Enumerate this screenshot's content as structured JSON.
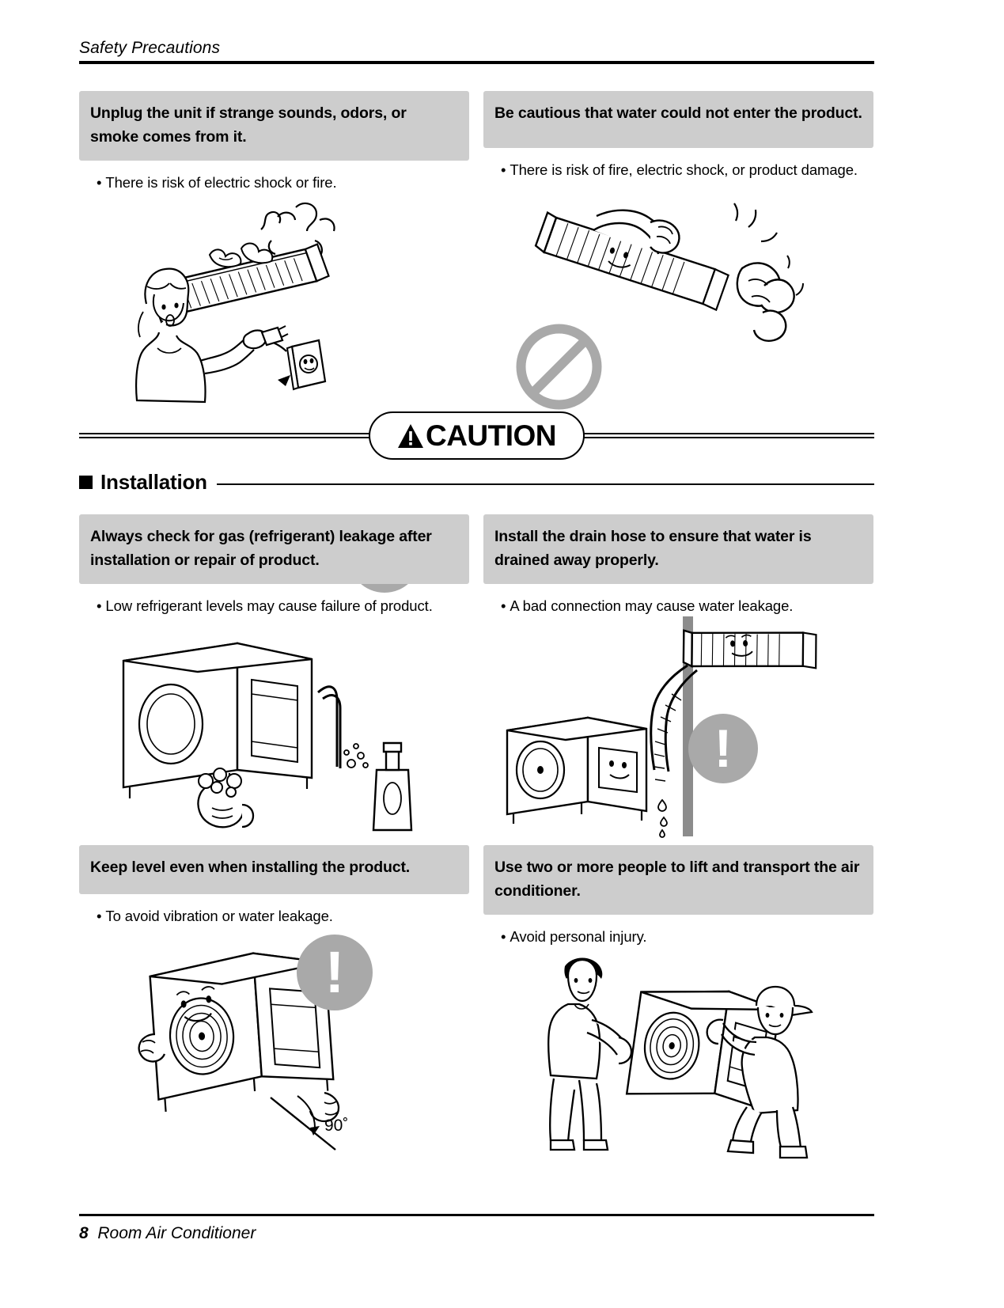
{
  "running_head": {
    "title": "Safety Precautions"
  },
  "warning_section": {
    "items": [
      {
        "heading": "Unplug the unit if strange sounds, odors, or smoke comes from it.",
        "bullets": [
          "There is risk of electric shock or fire."
        ],
        "illustration": "woman-unplugging-smoking-indoor-unit",
        "badge": "exclamation-badge"
      },
      {
        "heading": "Be cautious that water could not enter the product.",
        "bullets": [
          "There is risk of fire, electric shock, or product damage."
        ],
        "illustration": "hand-splashing-water-on-indoor-unit",
        "badge": "prohibition-badge"
      }
    ]
  },
  "caution_banner": {
    "label": "CAUTION",
    "icon": "warning-triangle-icon"
  },
  "installation_section": {
    "title": "Installation",
    "marker": "filled-square-bullet",
    "items": [
      {
        "heading": "Always check for gas (refrigerant) leakage after installation or repair of product.",
        "bullets": [
          "Low refrigerant levels may cause failure of product."
        ],
        "illustration": "hand-checking-outdoor-unit-for-gas-leak-with-soap-bottle",
        "badge": null
      },
      {
        "heading": "Install the drain hose to ensure that water is drained away properly.",
        "bullets": [
          "A bad connection may cause water leakage."
        ],
        "illustration": "indoor-and-outdoor-unit-with-drain-hose",
        "badge": "exclamation-badge"
      },
      {
        "heading": "Keep level even when installing the product.",
        "bullets": [
          "To avoid vibration or water leakage."
        ],
        "illustration": "outdoor-unit-level-check",
        "badge": "exclamation-badge",
        "annotation": "90˚"
      },
      {
        "heading": "Use two or more people to lift and transport the air conditioner.",
        "bullets": [
          "Avoid personal injury."
        ],
        "illustration": "two-people-lifting-outdoor-unit",
        "badge": null
      }
    ]
  },
  "footer": {
    "page_number": "8",
    "product_name": "Room Air Conditioner"
  },
  "colors": {
    "header_box_bg": "#cdcdcd",
    "badge_gray": "#a9a9a9",
    "rule_black": "#000000",
    "page_bg": "#ffffff"
  }
}
